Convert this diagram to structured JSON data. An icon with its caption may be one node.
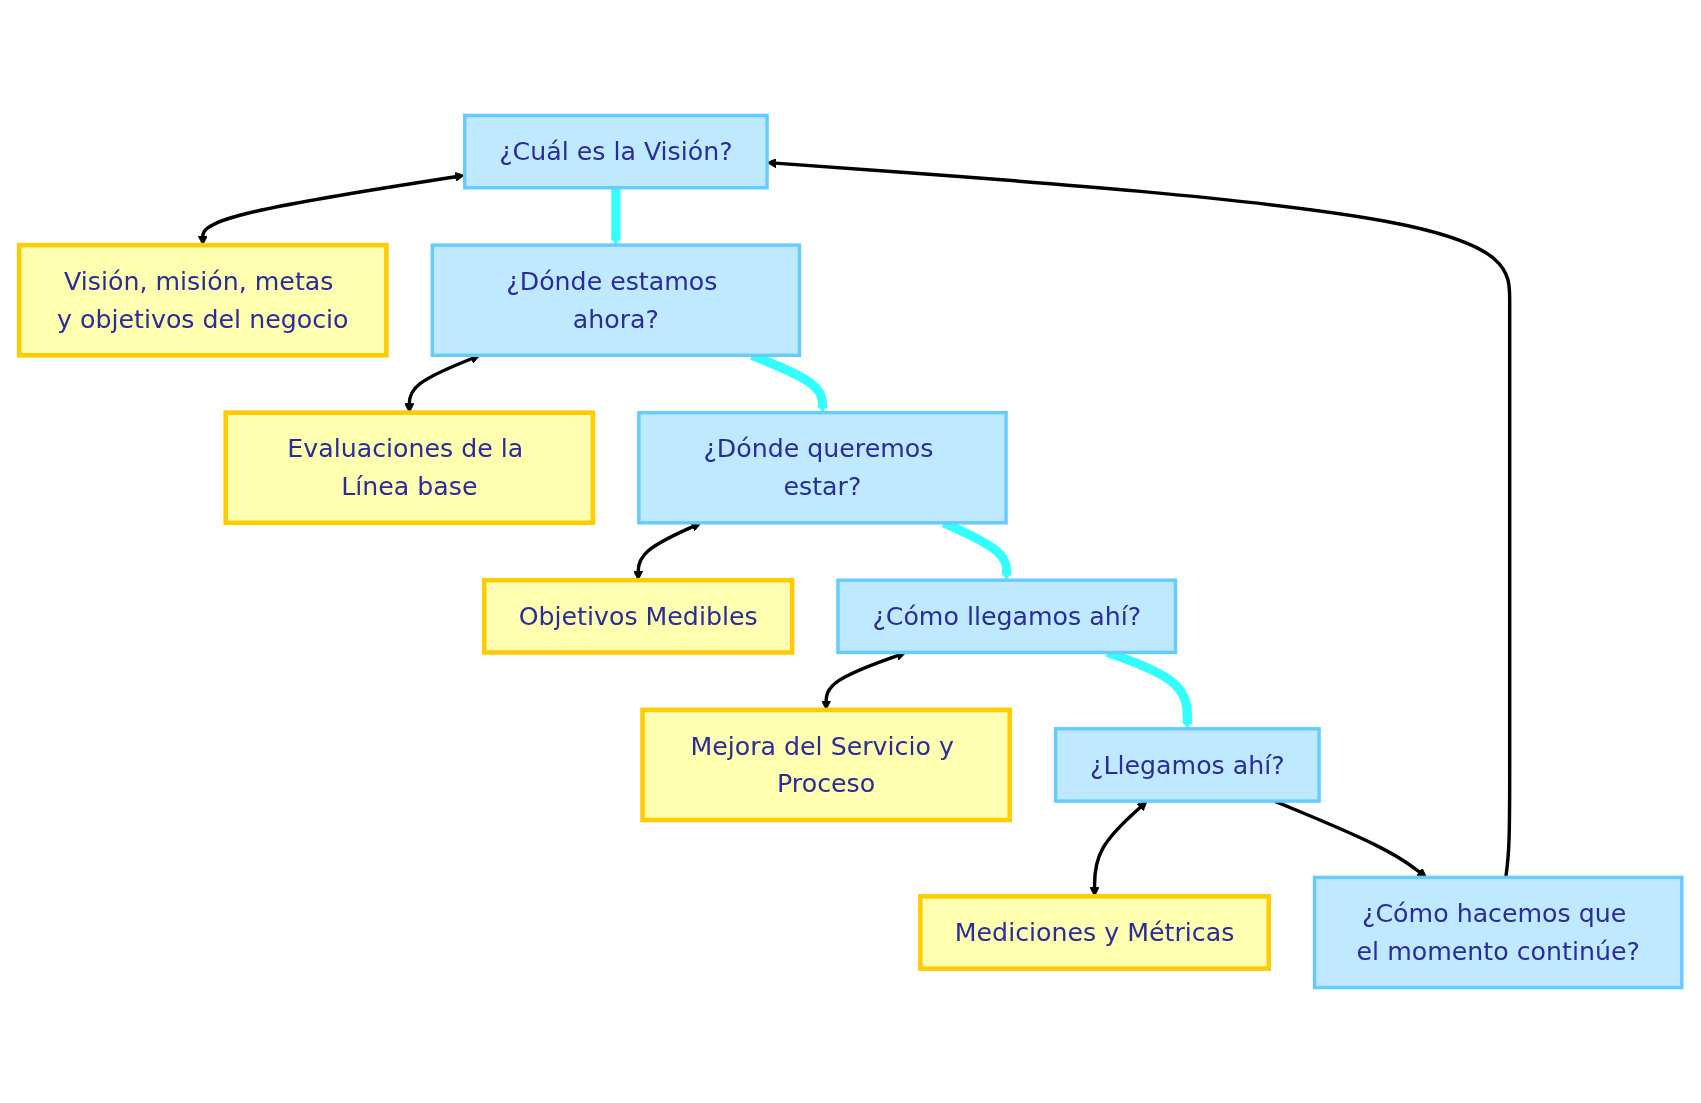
{
  "diagram": {
    "nodes": [
      {
        "text": [
          "¿Cuál es la Visión?"
        ]
      },
      {
        "text": [
          "Visión, misión, metas y objetivos del negocio"
        ]
      },
      {
        "text": [
          "¿Dónde estamos ahora?"
        ]
      },
      {
        "text": [
          "Evaluaciones de la Línea base"
        ]
      },
      {
        "text": [
          "¿Dónde queremos estar?"
        ]
      },
      {
        "text": [
          "Objetivos Medibles"
        ]
      },
      {
        "text": [
          "¿Cómo llegamos ahí?"
        ]
      },
      {
        "text": [
          "Mejora del Servicio y Proceso"
        ]
      },
      {
        "text": [
          "¿Llegamos ahí?"
        ]
      },
      {
        "text": [
          "Mediciones y Métricas"
        ]
      },
      {
        "text": [
          "¿Cómo hacemos que el momento continúe?"
        ]
      }
    ],
    "edges": [
      {
        "from": 0,
        "to": 1,
        "arrow": "both"
      },
      {
        "from": 0,
        "to": 2,
        "arrow": "to",
        "style": "thick",
        "color": "#33ffff"
      },
      {
        "from": 2,
        "to": 3,
        "arrow": "both"
      },
      {
        "from": 2,
        "to": 4,
        "arrow": "to",
        "style": "thick",
        "color": "#33ffff"
      },
      {
        "from": 4,
        "to": 5,
        "arrow": "both"
      },
      {
        "from": 4,
        "to": 6,
        "arrow": "to",
        "style": "thick",
        "color": "#33ffff"
      },
      {
        "from": 6,
        "to": 7,
        "arrow": "both"
      },
      {
        "from": 6,
        "to": 8,
        "arrow": "to",
        "style": "thick",
        "color": "#33ffff"
      },
      {
        "from": 8,
        "to": 9,
        "arrow": "both"
      },
      {
        "from": 8,
        "to": 10,
        "arrow": "to"
      },
      {
        "from": 10,
        "to": 0,
        "arrow": "to"
      }
    ]
  }
}
